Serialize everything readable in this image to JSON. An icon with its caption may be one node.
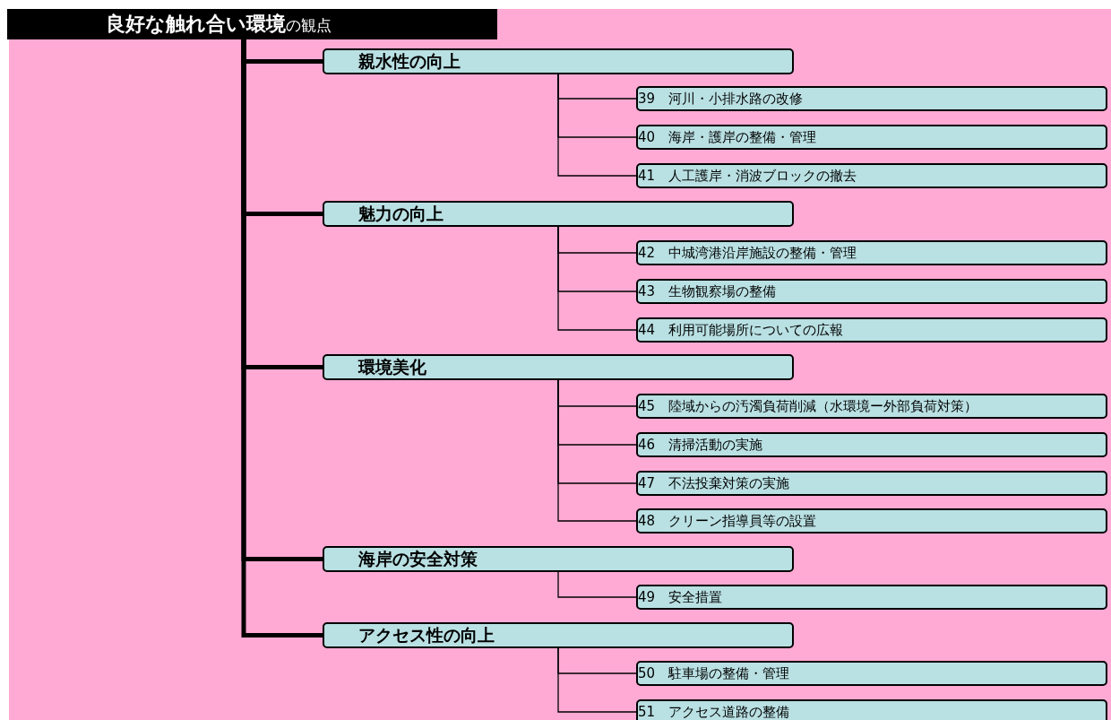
{
  "diagram": {
    "nodes": [
      {
        "text": [
          "**良好な触れ合い環境**の観点"
        ]
      },
      {
        "text": [
          "親水性の向上"
        ]
      },
      {
        "text": [
          "39　河川・小排水路の改修"
        ]
      },
      {
        "text": [
          "40　海岸・護岸の整備・管理"
        ]
      },
      {
        "text": [
          "41　人工護岸・消波ブロックの撤去"
        ]
      },
      {
        "text": [
          "魅力の向上"
        ]
      },
      {
        "text": [
          "42　中城湾港沿岸施設の整備・管理"
        ]
      },
      {
        "text": [
          "43　生物観察場の整備"
        ]
      },
      {
        "text": [
          "44　利用可能場所についての広報"
        ]
      },
      {
        "text": [
          "環境美化"
        ]
      },
      {
        "text": [
          "45　陸域からの汚濁負荷削減（水環境ー外部負荷対策）"
        ]
      },
      {
        "text": [
          "46　清掃活動の実施"
        ]
      },
      {
        "text": [
          "47　不法投棄対策の実施"
        ]
      },
      {
        "text": [
          "48　クリーン指導員等の設置"
        ]
      },
      {
        "text": [
          "海岸の安全対策"
        ]
      },
      {
        "text": [
          "49　安全措置"
        ]
      },
      {
        "text": [
          "アクセス性の向上"
        ]
      },
      {
        "text": [
          "50　駐車場の整備・管理"
        ]
      },
      {
        "text": [
          "51　アクセス道路の整備"
        ]
      }
    ],
    "edges": [
      {
        "from": 0,
        "to": 1,
        "arrow": "none",
        "style": "thick"
      },
      {
        "from": 0,
        "to": 5,
        "arrow": "none",
        "style": "thick"
      },
      {
        "from": 0,
        "to": 9,
        "arrow": "none",
        "style": "thick"
      },
      {
        "from": 0,
        "to": 14,
        "arrow": "none",
        "style": "thick"
      },
      {
        "from": 0,
        "to": 16,
        "arrow": "none",
        "style": "thick"
      },
      {
        "from": 1,
        "to": 2,
        "arrow": "none"
      },
      {
        "from": 1,
        "to": 3,
        "arrow": "none"
      },
      {
        "from": 1,
        "to": 4,
        "arrow": "none"
      },
      {
        "from": 5,
        "to": 6,
        "arrow": "none"
      },
      {
        "from": 5,
        "to": 7,
        "arrow": "none"
      },
      {
        "from": 5,
        "to": 8,
        "arrow": "none"
      },
      {
        "from": 9,
        "to": 10,
        "arrow": "none"
      },
      {
        "from": 9,
        "to": 11,
        "arrow": "none"
      },
      {
        "from": 9,
        "to": 12,
        "arrow": "none"
      },
      {
        "from": 9,
        "to": 13,
        "arrow": "none"
      },
      {
        "from": 14,
        "to": 15,
        "arrow": "none"
      },
      {
        "from": 16,
        "to": 17,
        "arrow": "none"
      },
      {
        "from": 16,
        "to": 18,
        "arrow": "none"
      }
    ]
  }
}
